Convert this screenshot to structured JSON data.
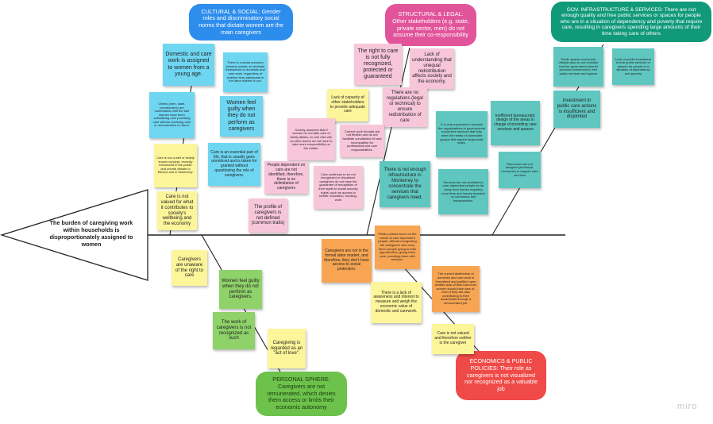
{
  "board": {
    "effect": "The burden of caregiving work within households is disproportionately assigned to women",
    "brand": "miro",
    "colors": {
      "yellow": "#fdf59a",
      "pink": "#f7c6d9",
      "blue": "#6fd6f2",
      "teal": "#5fc7c0",
      "orange": "#f7a553",
      "green": "#8fd26a",
      "cat_blue": "#2d8ded",
      "cat_pink": "#e2549a",
      "cat_teal": "#119a7a",
      "cat_red": "#ef4a47",
      "cat_green": "#6cc24a"
    }
  },
  "categories": {
    "cultural": "CULTURAL & SOCIAL: Gender roles and discriminatory social norms that dictate women are the main caregivers",
    "structural": "STRUCTURAL & LEGAL: Other stakeholders (e.g. state, private sector, men) do not assume their co-responsibility",
    "gov": "GOV. INFRASTRUCTURE & SERVICES: There are not enough quality and free public services or spaces for people who are in a situation of dependency and poverty that require care, resulting in caregivers spending large amounts of their time taking care of others",
    "economics": "ECONOMICS & PUBLIC POLICIES: Their role as caregivers is not visualized nor recognized as a valuable job",
    "personal": "PERSONAL SPHERE: Caregivers are not remunerated, which denies them access or limits their economic autonomy"
  },
  "notes": {
    "n1": "Domestic and care work is assigned to women from a young age.",
    "n2": "There is a social pressure towards women to dedicate themselves to domestic and care work, regardless of whether they participate in the labor market or not.",
    "n3": "Others (men, state, communities) are comfortable with the fact women have been subsidizing care providing care without receiving care or remuneration in return.",
    "n4": "Women feel guilty when they do not perform as caregivers",
    "n5": "Care is not a well or widely known concept, recently introduced in the public and private debate in Mexico and in Monterrey.",
    "n6": "Care is an essential part of life, that is usually goes unnoticed and is taken for granted without questioning the role of caregivers.",
    "n7": "Care is not valued for what it contributes to society's wellbeing and the economy",
    "n8": "The right to care is not fully recognized, protected or guaranteed",
    "n9": "Lack of understanding that unequal redistribution affects society and the economy.",
    "n10": "Lack of capacity of other stakeholders to provide adequate care",
    "n11": "There are no regulations (legal or technical) to ensure redistribution of care",
    "n12": "Society assumes that if women do not take care of family affairs, no one else will, so other actors do not have to take more responsibility on the matter.",
    "n13": "Current work formats are not flexible and do not facilitate conciliation b/t and incompatible for professional and care responsibilities.",
    "n14": "People dependent on care are not identified, therefore, there is no delimitation of caregivers",
    "n15": "Care continues to be not recognized or visualized, caregivers do not have the guarantee of recognition of their rights to social security rights, such as access to health, education, housing, work",
    "n16": "The profile of caregivers is not defined (common traits)",
    "n17": "There is not enough infrastructure in Monterrey to concentrate the services that caregivers need.",
    "n18": "It is very expensive to provide the organizations in governments social-free services that fully meet the needs of vulnerable groups that require large-scale tasks.",
    "n19": "Inefficient bureaucratic design of the areas in charge of providing care services and spaces",
    "n20": "Public spaces and public officials also do not consider that the government should provides investment in free public services and spaces",
    "n21": "Lack of public investment in free public services or spaces for people in a situation of dependency and poverty",
    "n22": "Investment in public care actions is insufficient and disjointed",
    "n23": "Services are not available to care dependent people so far away from homes requiring more time and money invested on commutes and transportation.",
    "n24": "Resources are not assigned (technical, economic) to support care services",
    "n25": "Public policies focus on the needs of care-dependent people, without recognizing the caregivers who carry them: people going to their opportunities, giving them care, providing them with services.",
    "n26": "Caregivers are not in the formal labor market, and therefore, they don't have access to social protection.",
    "n27": "The current distribution of domestic and care work is formalized and justified upon welfare acts of time that more women should take care of, even if they are also contributing to their households through a remunerated job.",
    "n28": "There is a lack of awareness and interest to measure and weigh the economic value of domestic and carework.",
    "n29": "Care is not valued and therefore neither is the caregiver",
    "n30": "Caregivers are unaware of the right to care",
    "n31": "Women feel guilty when they do not perform as caregivers.",
    "n32": "The work of caregivers is not recognized as such",
    "n33": "Caregiving is regarded as an \"act of love\"."
  }
}
